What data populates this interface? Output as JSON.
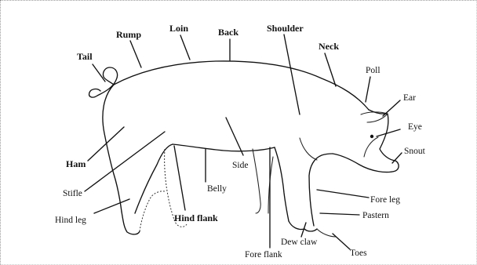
{
  "labels": {
    "tail": "Tail",
    "rump": "Rump",
    "loin": "Loin",
    "back": "Back",
    "shoulder": "Shoulder",
    "neck": "Neck",
    "poll": "Poll",
    "ear": "Ear",
    "eye": "Eye",
    "snout": "Snout",
    "ham": "Ham",
    "side": "Side",
    "stifle": "Stifle",
    "belly": "Belly",
    "fore_leg": "Fore leg",
    "hind_leg": "Hind leg",
    "hind_flank": "Hind flank",
    "pastern": "Pastern",
    "dew_claw": "Dew claw",
    "toes": "Toes",
    "fore_flank": "Fore flank"
  }
}
